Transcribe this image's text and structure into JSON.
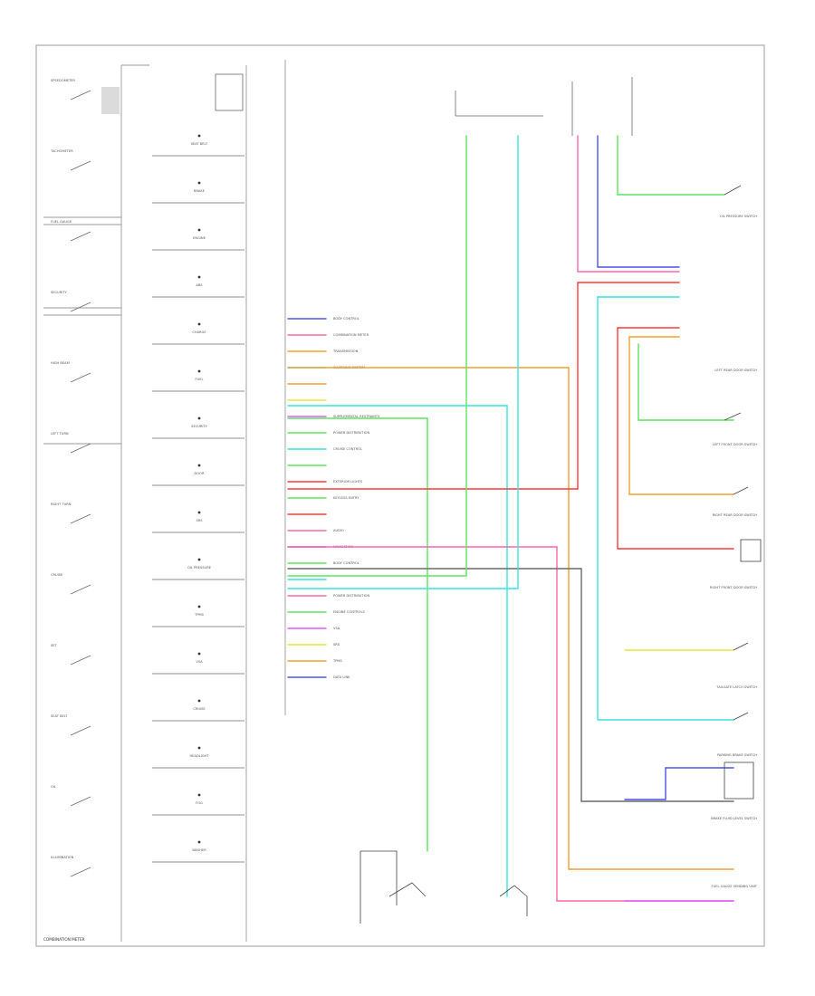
{
  "diagram": {
    "footer_left": "COMBINATION METER",
    "footer_right": "",
    "wire_colors": {
      "blue": "#4a52e6",
      "red": "#ff3a3a",
      "pink": "#ff66b3",
      "magenta": "#e05cff",
      "green": "#5ee35e",
      "cyan": "#36e4e4",
      "orange": "#f0a030",
      "yellow": "#e6e63a",
      "gray": "#6a6a6a"
    },
    "meter_panel": {
      "labels": [
        "SPEEDOMETER",
        "TACHOMETER",
        "FUEL GAUGE",
        "SECURITY",
        "HIGH BEAM",
        "LEFT TURN",
        "RIGHT TURN",
        "CRUISE",
        "SET",
        "SEAT BELT",
        "OIL",
        "ILLUMINATION"
      ]
    },
    "left_components": [
      "SEAT BELT",
      "BRAKE",
      "ENGINE",
      "ABS",
      "CHARGE",
      "FUEL",
      "SECURITY",
      "DOOR",
      "SRS",
      "OIL PRESSURE",
      "TPMS",
      "VSA",
      "CRUISE",
      "HEADLIGHT",
      "FOG",
      "WASHER"
    ],
    "right_components": [
      "OIL PRESSURE SWITCH",
      "LEFT REAR DOOR SWITCH",
      "LEFT FRONT DOOR SWITCH",
      "RIGHT REAR DOOR SWITCH",
      "RIGHT FRONT DOOR SWITCH",
      "TAILGATE LATCH SWITCH",
      "PARKING BRAKE SWITCH",
      "BRAKE FLUID LEVEL SWITCH",
      "FUEL GAUGE SENDING UNIT"
    ],
    "connector_rows": [
      {
        "wire": "blue",
        "label": "BODY CONTROL"
      },
      {
        "wire": "pink",
        "label": "COMBINATION METER"
      },
      {
        "wire": "orange",
        "label": "TRANSMISSION"
      },
      {
        "wire": "cyan",
        "label": "CHARGING SYSTEM"
      },
      {
        "wire": "orange",
        "label": ""
      },
      {
        "wire": "yellow",
        "label": ""
      },
      {
        "wire": "magenta",
        "label": "SUPPLEMENTAL RESTRAINTS"
      },
      {
        "wire": "green",
        "label": "POWER DISTRIBUTION"
      },
      {
        "wire": "cyan",
        "label": "CRUISE CONTROL"
      },
      {
        "wire": "green",
        "label": ""
      },
      {
        "wire": "red",
        "label": "EXTERIOR LIGHTS"
      },
      {
        "wire": "green",
        "label": "KEYLESS ENTRY"
      },
      {
        "wire": "red",
        "label": ""
      },
      {
        "wire": "pink",
        "label": "AUDIO"
      },
      {
        "wire": "blue",
        "label": "NAVIGATION"
      },
      {
        "wire": "green",
        "label": "BODY CONTROL"
      },
      {
        "wire": "cyan",
        "label": ""
      },
      {
        "wire": "pink",
        "label": "POWER DISTRIBUTION"
      },
      {
        "wire": "green",
        "label": "ENGINE CONTROLS"
      },
      {
        "wire": "magenta",
        "label": "VSA"
      },
      {
        "wire": "yellow",
        "label": "SRS"
      },
      {
        "wire": "orange",
        "label": "TPMS"
      },
      {
        "wire": "blue",
        "label": "DATA LINK"
      }
    ]
  }
}
